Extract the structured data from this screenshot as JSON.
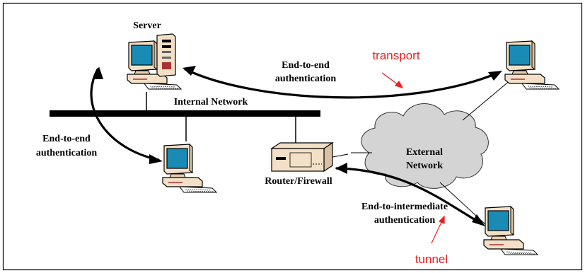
{
  "labels": {
    "server": "Server",
    "internal_network": "Internal Network",
    "router_firewall": "Router/Firewall",
    "external_network_line1": "External",
    "external_network_line2": "Network",
    "e2e_top_line1": "End-to-end",
    "e2e_top_line2": "authentication",
    "e2e_left_line1": "End-to-end",
    "e2e_left_line2": "authentication",
    "e2i_line1": "End-to-intermediate",
    "e2i_line2": "authentication",
    "transport": "transport",
    "tunnel": "tunnel"
  },
  "colors": {
    "callout": "#e8201f",
    "cloud": "#d4d4d4",
    "monitor_screen": "#1a8bb5",
    "beige": "#f3e0c6",
    "line": "#000000"
  },
  "icons": [
    "server-tower-icon",
    "workstation-icon",
    "router-icon",
    "cloud-icon"
  ]
}
